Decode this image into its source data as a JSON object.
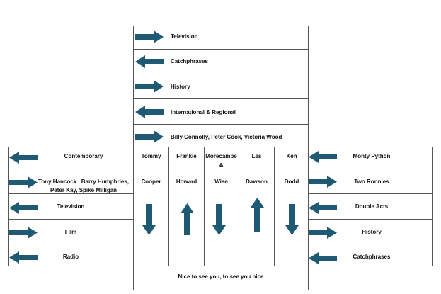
{
  "colors": {
    "arrow": "#1f5a75",
    "border": "#555555"
  },
  "top_stack": [
    {
      "label": "Television",
      "arrow": "right"
    },
    {
      "label": "Catchphrases",
      "arrow": "left"
    },
    {
      "label": "History",
      "arrow": "right"
    },
    {
      "label": "International & Regional",
      "arrow": "left"
    },
    {
      "label": "Billy Connolly, Peter Cook, Victoria Wood",
      "arrow": "right"
    }
  ],
  "left_panel": [
    {
      "label": "Contemporary",
      "arrow": "left"
    },
    {
      "label_line1": "Tony Hancock , Barry Humphries,",
      "label_line2": "Peter Kay, Spike Milligan",
      "arrow": "right"
    },
    {
      "label": "Television",
      "arrow": "left"
    },
    {
      "label": "Film",
      "arrow": "right"
    },
    {
      "label": "Radio",
      "arrow": "left"
    }
  ],
  "right_panel": [
    {
      "label": "Monty Python",
      "arrow": "left"
    },
    {
      "label": "Two Ronnies",
      "arrow": "right"
    },
    {
      "label": "Double Acts",
      "arrow": "left"
    },
    {
      "label": "History",
      "arrow": "right"
    },
    {
      "label": "Catchphrases",
      "arrow": "left"
    }
  ],
  "comedians": [
    {
      "first": "Tommy",
      "mid": "",
      "last": "Cooper",
      "arrow": "down"
    },
    {
      "first": "Frankie",
      "mid": "",
      "last": "Howard",
      "arrow": "up"
    },
    {
      "first": "Morecambe",
      "mid": "&",
      "last": "Wise",
      "arrow": "down"
    },
    {
      "first": "Les",
      "mid": "",
      "last": "Dawson",
      "arrow": "up"
    },
    {
      "first": "Ken",
      "mid": "",
      "last": "Dodd",
      "arrow": "down"
    }
  ],
  "footer": "Nice to see you, to see you nice"
}
